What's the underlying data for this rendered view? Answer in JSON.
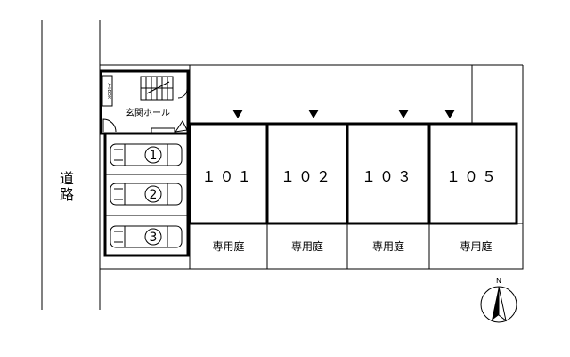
{
  "road": {
    "label_1": "道",
    "label_2": "路"
  },
  "hall": {
    "label": "玄関ホール",
    "box_label": "ﾒｰﾙBOX"
  },
  "units": [
    {
      "number": "１０１"
    },
    {
      "number": "１０２"
    },
    {
      "number": "１０３"
    },
    {
      "number": "１０５"
    }
  ],
  "gardens": [
    {
      "label": "専用庭"
    },
    {
      "label": "専用庭"
    },
    {
      "label": "専用庭"
    },
    {
      "label": "専用庭"
    }
  ],
  "parking": [
    {
      "number": "1"
    },
    {
      "number": "2"
    },
    {
      "number": "3"
    }
  ],
  "compass": {
    "north_label": "N"
  }
}
